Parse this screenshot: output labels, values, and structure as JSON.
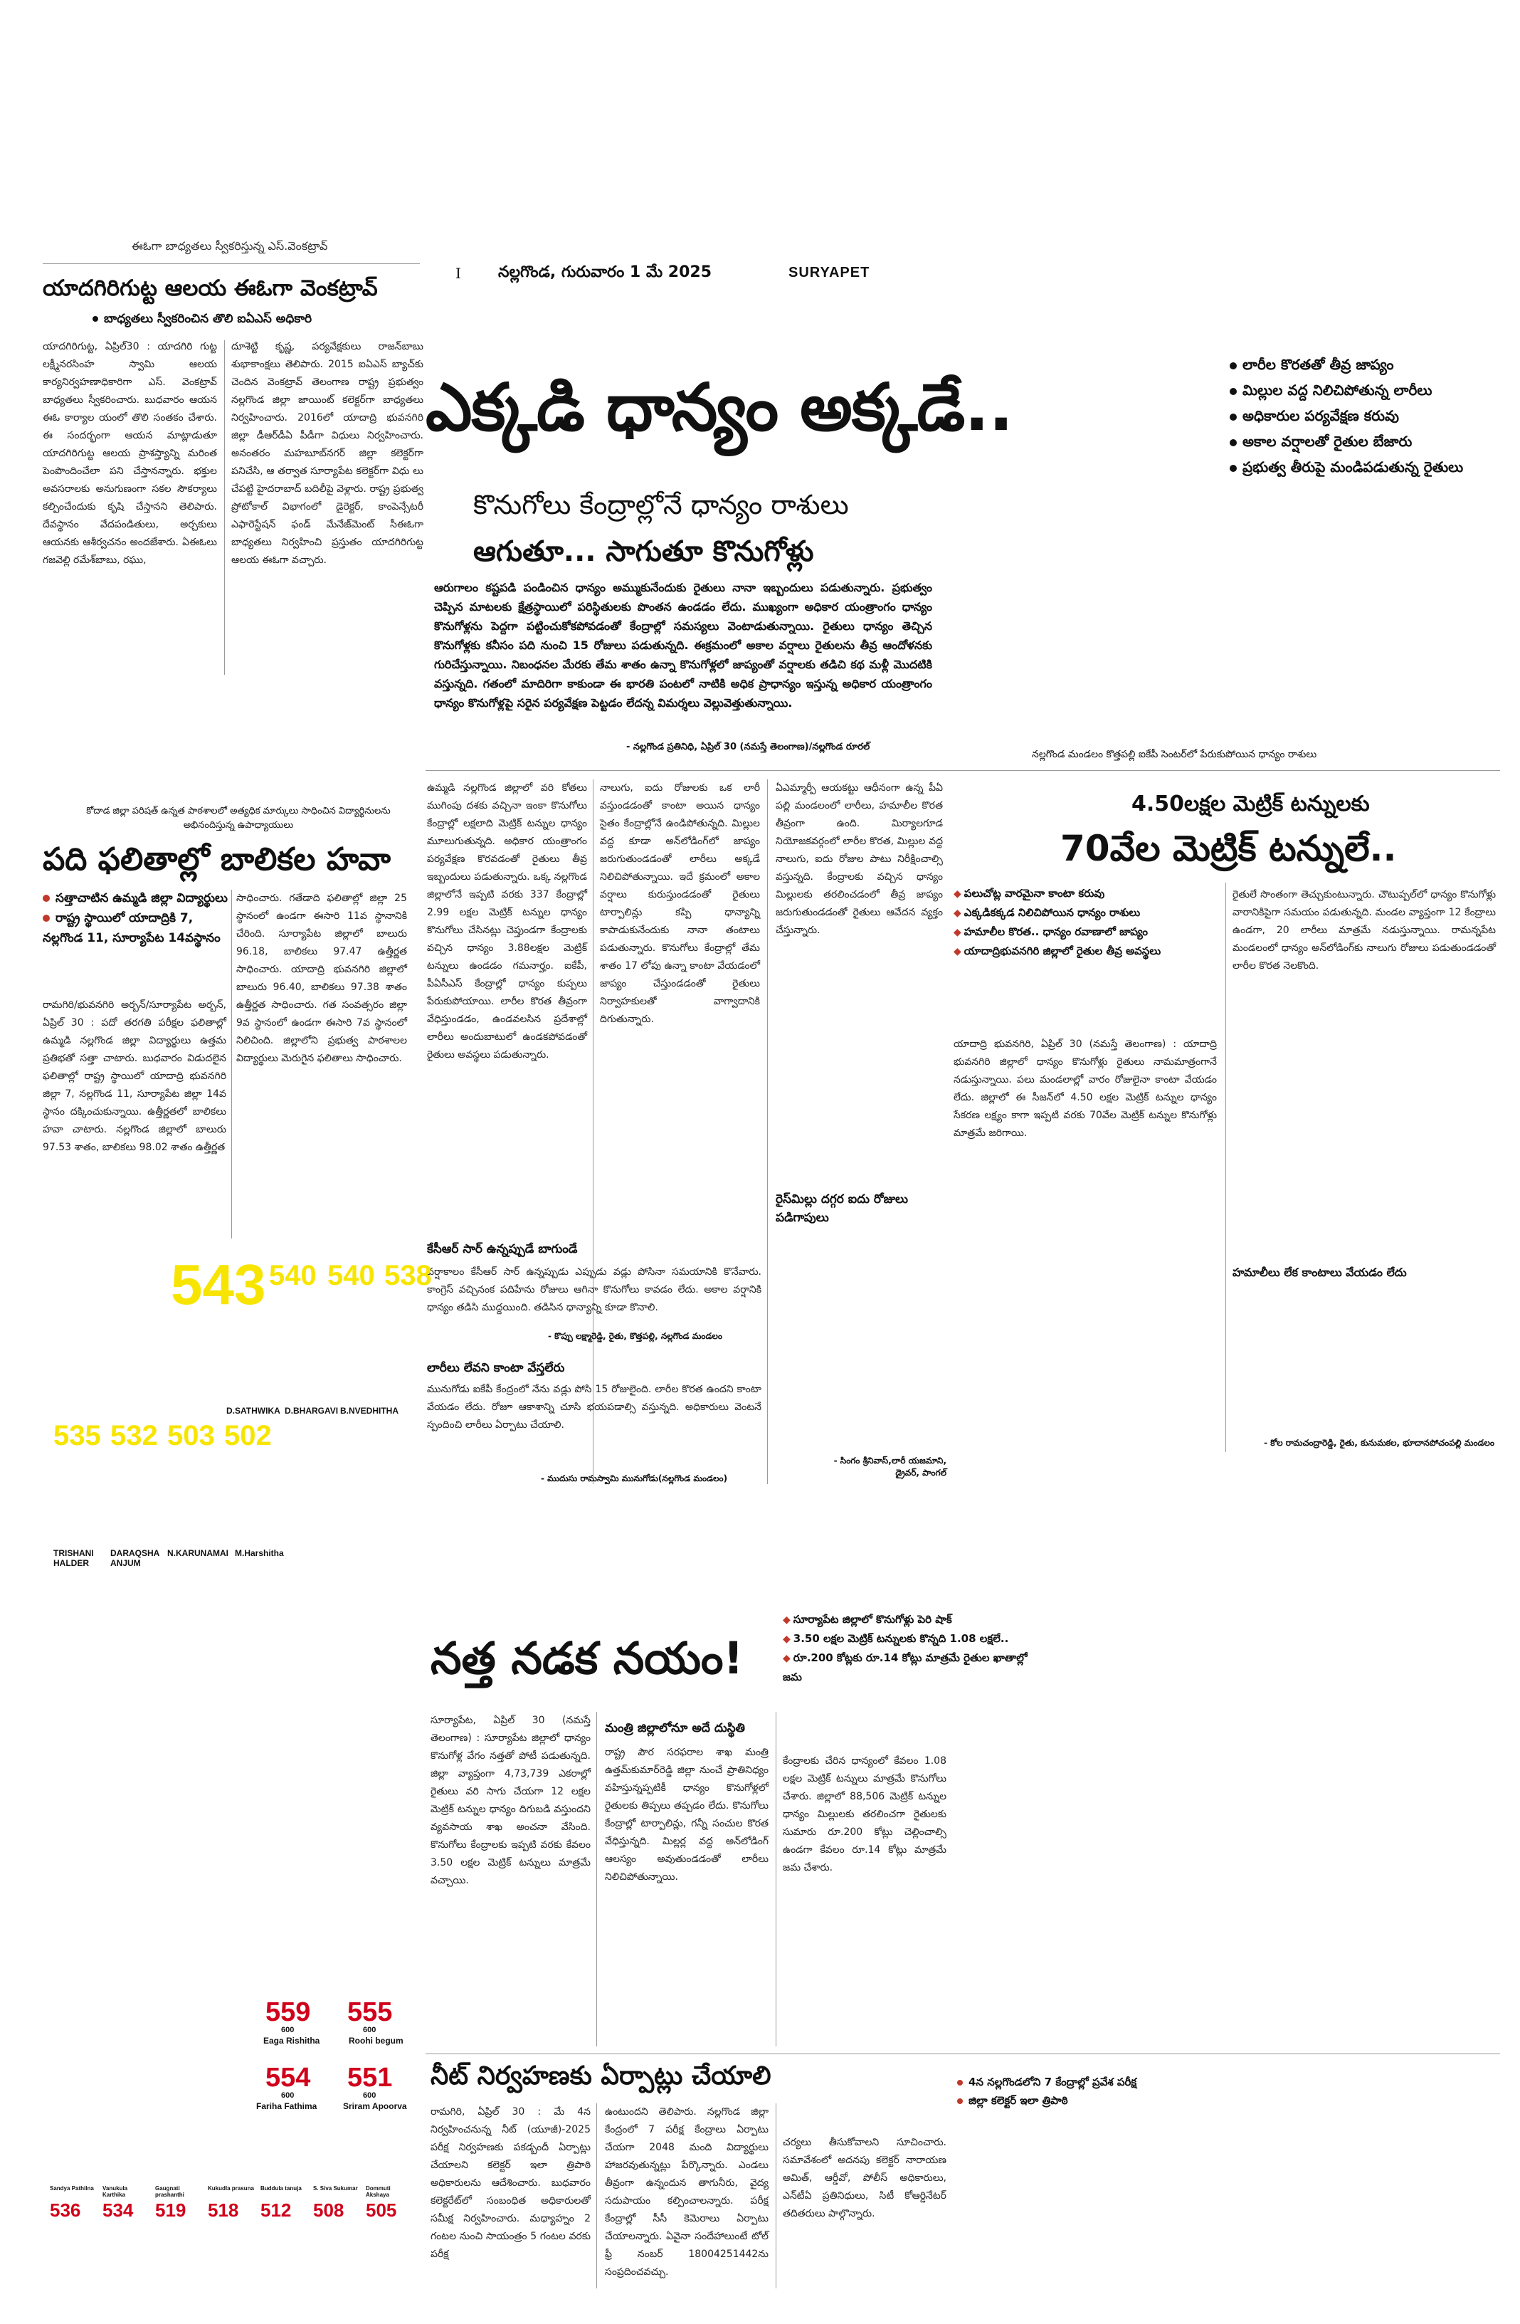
{
  "masthead": {
    "page_no": "I",
    "date_line": "నల్లగొండ, గురువారం 1 మే 2025",
    "section": "SURYAPET"
  },
  "left_story": {
    "caption": "ఈఓగా బాధ్యతలు స్వీకరిస్తున్న ఎస్‌.వెంకట్రావ్",
    "headline": "యాదగిరిగుట్ట ఆలయ ఈఓగా వెంకట్రావ్",
    "subhead": "బాధ్యతలు స్వీకరించిన తొలి ఐఏఎస్ అధికారి",
    "col1": "యాదగిరిగుట్ట, ఏప్రిల్30 : యాదగిరి గుట్ట లక్ష్మీనరసింహ స్వామి ఆలయ కార్యనిర్వహణాధికారిగా ఎస్‌. వెంకట్రావ్ బాధ్యతలు స్వీకరించారు. బుధవారం ఆయన ఈఓ కార్యాల యంలో తొలి సంతకం చేశారు. ఈ సందర్భంగా ఆయన మాట్లాడుతూ యాదగిరిగుట్ట ఆలయ ప్రాశస్త్యాన్ని మరింత పెంపొందించేలా పని చేస్తానన్నారు. భక్తుల అవసరాలకు అనుగుణంగా సకల సౌకర్యాలు కల్పించేందుకు కృషి చేస్తానని తెలిపారు. దేవస్థానం వేదపండితులు, అర్చకులు ఆయనకు ఆశీర్వచనం అందజేశారు. ఏఈఓలు గజవెల్లి రమేశ్‌బాబు, రఘు,",
    "col2": "దూశెట్టి కృష్ణ, పర్యవేక్షకులు రాజన్‌బాబు శుభాకాంక్షలు తెలిపారు. 2015 ఐఏఎస్ బ్యాచ్‌కు చెందిన వెంకట్రావ్ తెలంగాణ రాష్ట్ర ప్రభుత్వం నల్లగొండ జిల్లా జాయింట్ కలెక్టర్‌గా బాధ్యతలు నిర్వహించారు. 2016లో యాదాద్రి భువనగిరి జిల్లా డీఆర్‌డీఏ పీడీగా విధులు నిర్వహించారు. అనంతరం మహబూబ్‌నగర్ జిల్లా కలెక్టర్‌గా పనిచేసి, ఆ తర్వాత సూర్యాపేట కలెక్టర్‌గా విధు లు చేపట్టి హైదరాబాద్ బదిలీపై వెళ్లారు. రాష్ట్ర ప్రభుత్వ ప్రోటోకాల్ విభాగంలో డైరెక్టర్, కాంపెన్సేటరీ ఎఫారెస్టేషన్ ఫండ్ మేనేజ్‌మెంట్ సీఈఓగా బాధ్యతలు నిర్వహించి ప్రస్తుతం యాదగిరిగుట్ట ఆలయ ఈఓగా వచ్చారు."
  },
  "lead_story": {
    "headline": "ఎక్కడి ధాన్యం అక్కడే..",
    "kicker": "కొనుగోలు కేంద్రాల్లోనే ధాన్యం రాశులు",
    "subhead": "ఆగుతూ... సాగుతూ కొనుగోళ్లు",
    "bullets": [
      "లారీల కొరతతో తీవ్ర జాప్యం",
      "మిల్లుల వద్ద నిలిచిపోతున్న లారీలు",
      "అధికారుల పర్యవేక్షణ కరువు",
      "అకాల వర్షాలతో రైతుల బేజారు",
      "ప్రభుత్వ తీరుపై మండిపడుతున్న రైతులు"
    ],
    "intro": "ఆరుగాలం కష్టపడి పండించిన ధాన్యం అమ్ముకునేందుకు రైతులు నానా ఇబ్బందులు పడుతున్నారు. ప్రభుత్వం చెప్పిన మాటలకు క్షేత్రస్థాయిలో పరిస్థితులకు పొంతన ఉండడం లేదు. ముఖ్యంగా అధికార యంత్రాంగం ధాన్యం కొనుగోళ్లను పెద్దగా పట్టించుకోకపోవడంతో కేంద్రాల్లో సమస్యలు వెంటాడుతున్నాయి. రైతులు ధాన్యం తెచ్చిన కొనుగోళ్లకు కనీసం పది నుంచి 15 రోజులు పడుతున్నది. ఈక్రమంలో అకాల వర్షాలు రైతులను తీవ్ర ఆందోళనకు గురిచేస్తున్నాయి. నిబంధనల మేరకు తేమ శాతం ఉన్నా కొనుగోళ్లలో జాప్యంతో వర్షాలకు తడిచి కథ మళ్లీ మొదటికి వస్తున్నది. గతంలో మాదిరిగా కాకుండా ఈ భారతి పంటలో నాటికి అధిక ప్రాధాన్యం ఇస్తున్న అధికార యంత్రాంగం ధాన్యం కొనుగోళ్లపై సరైన పర్యవేక్షణ పెట్టడం లేదన్న విమర్శలు వెల్లువెత్తుతున్నాయి.",
    "byline": "- నల్లగొండ ప్రతినిధి, ఏప్రిల్ 30 (నమస్తే తెలంగాణ)/నల్లగొండ రూరల్",
    "photo_caption": "నల్లగొండ మండలం కొత్తపల్లి ఐకేపీ సెంటర్‌లో పేరుకుపోయిన ధాన్యం రాశులు",
    "col_a": "ఉమ్మడి నల్లగొండ జిల్లాలో వరి కోతలు ముగింపు దశకు వచ్చినా ఇంకా కొనుగోలు కేంద్రాల్లో లక్షలాది మెట్రిక్ టన్నుల ధాన్యం మూలుగుతున్నది. అధికార యంత్రాంగం పర్యవేక్షణ కొరవడంతో రైతులు తీవ్ర ఇబ్బందులు పడుతున్నారు. ఒక్క నల్లగొండ జిల్లాలోనే ఇప్పటి వరకు 337 కేంద్రాల్లో 2.99 లక్షల మెట్రిక్ టన్నుల ధాన్యం కొనుగోలు చేసినట్లు చెప్తుండగా కేంద్రాలకు వచ్చిన ధాన్యం 3.88లక్షల మెట్రిక్ టన్నులు ఉండడం గమనార్హం. ఐకేపీ, పీఏసీఎస్ కేంద్రాల్లో ధాన్యం కుప్పలు పేరుకుపోయాయి. లారీల కొరత తీవ్రంగా వేధిస్తుండడం, ఉండవలసిన ప్రదేశాల్లో లారీలు అందుబాటులో ఉండకపోవడంతో రైతులు అవస్థలు పడుతున్నారు.",
    "col_b": "నాలుగు, ఐదు రోజులకు ఒక లారీ వస్తుండడంతో కాంటా అయిన ధాన్యం సైతం కేంద్రాల్లోనే ఉండిపోతున్నది. మిల్లుల వద్ద కూడా అన్‌లోడింగ్‌లో జాప్యం జరుగుతుండడంతో లారీలు అక్కడే నిలిచిపోతున్నాయి. ఇదే క్రమంలో అకాల వర్షాలు కురుస్తుండడంతో రైతులు టార్పాలిన్లు కప్పి ధాన్యాన్ని కాపాడుకునేందుకు నానా తంటాలు పడుతున్నారు. కొనుగోలు కేంద్రాల్లో తేమ శాతం 17 లోపు ఉన్నా కాంటా వేయడంలో జాప్యం చేస్తుండడంతో రైతులు నిర్వాహకులతో వాగ్వాదానికి దిగుతున్నారు.",
    "col_c": "ఏఎమ్మార్పీ ఆయకట్టు ఆధీనంగా ఉన్న పీఏ పల్లి మండలంలో లారీలు, హమాలీల కొరత తీవ్రంగా ఉంది. మిర్యాలగూడ నియోజకవర్గంలో లారీల కొరత, మిల్లుల వద్ద నాలుగు, ఐదు రోజుల పాటు నిరీక్షించాల్సి వస్తున్నది. కేంద్రాలకు వచ్చిన ధాన్యం మిల్లులకు తరలించడంలో తీవ్ర జాప్యం జరుగుతుండడంతో రైతులు ఆవేదన వ్యక్తం చేస్తున్నారు.",
    "box_subhead_1": "కేసీఆర్ సార్ ఉన్నప్పుడే బాగుండే",
    "box_text_1": "వర్షాకాలం కేసీఆర్ సార్ ఉన్నప్పుడు ఎప్పుడు వడ్లు పోసినా సమయానికి కొనేవారు. కాంగ్రెస్ వచ్చినంక పదిహేను రోజులు ఆగినా కొనుగోలు కావడం లేదు. అకాల వర్షానికి ధాన్యం తడిసి ముద్దయింది. తడిసిన ధాన్యాన్ని కూడా కొనాలి.",
    "box_byline_1": "- కొప్పు లక్ష్మారెడ్డి, రైతు, కొత్తపల్లి, నల్లగొండ మండలం",
    "box_subhead_2": "లారీలు లేవని కాంటా వేస్తలేరు",
    "box_text_2": "మునుగోడు ఐకేపీ కేంద్రంలో నేను వడ్లు పోసి 15 రోజులైంది. లారీల కొరత ఉందని కాంటా వేయడం లేదు. రోజూ ఆకాశాన్ని చూసి భయపడాల్సి వస్తున్నది. అధికారులు వెంటనే స్పందించి లారీలు ఏర్పాటు చేయాలి.",
    "box_byline_2": "- ముదుసు రామస్వామి మునుగోడు(నల్లగొండ మండలం)",
    "box_subhead_3": "రైస్‌మిల్లు దగ్గర ఐదు రోజులు పడిగాపులు",
    "box_byline_3": "- సింగం శ్రీనివాస్,లారీ యజమాని, డ్రైవర్, పాంగల్"
  },
  "metric_story": {
    "headline_small": "4.50లక్షల మెట్రిక్ టన్నులకు",
    "headline_big": "70వేల మెట్రిక్ టన్నులే..",
    "bullets": [
      "పలుచోట్ల వారమైనా కాంటా కరువు",
      "ఎక్కడికక్కడ నిలిచిపోయిన ధాన్యం రాశులు",
      "హమాలీల కొరత.. ధాన్యం రవాణాలో జాప్యం",
      "యాదాద్రిభువనగిరి జిల్లాలో రైతుల తీవ్ర అవస్థలు"
    ],
    "col_a": "యాదాద్రి భువనగిరి, ఏప్రిల్ 30 (నమస్తే తెలంగాణ) : యాదాద్రి భువనగిరి జిల్లాలో ధాన్యం కొనుగోళ్లు రైతులు నామమాత్రంగానే నడుస్తున్నాయి. పలు మండలాల్లో వారం రోజులైనా కాంటా వేయడం లేదు. జిల్లాలో ఈ సీజన్‌లో 4.50 లక్షల మెట్రిక్ టన్నుల ధాన్యం సేకరణ లక్ష్యం కాగా ఇప్పటి వరకు 70వేల మెట్రిక్ టన్నుల కొనుగోళ్లు మాత్రమే జరిగాయి.",
    "col_b": "రైతులే సొంతంగా తెచ్చుకుంటున్నారు. చౌటుప్పల్‌లో ధాన్యం కొనుగోళ్లు వారానికిపైగా సమయం పడుతున్నది. మండల వ్యాప్తంగా 12 కేంద్రాలు ఉండగా, 20 లారీలు మాత్రమే నడుస్తున్నాయి. రామన్నపేట మండలంలో ధాన్యం అన్‌లోడింగ్‌కు నాలుగు రోజులు పడుతుండడంతో లారీల కొరత నెలకొంది.",
    "box_head": "హమాలీలు లేక కాంటాలు వేయడం లేదు",
    "box_byline": "- కోల రామచంద్రారెడ్డి, రైతు, కునుమకల, భూదానపోచంపల్లి మండలం"
  },
  "girls_story": {
    "kicker": "కోదాడ జిల్లా పరిషత్ ఉన్నత పాఠశాలలో అత్యధిక మార్కులు సాధించిన విద్యార్థినులను అభినందిస్తున్న ఉపాధ్యాయులు",
    "headline": "పది ఫలితాల్లో బాలికల హవా",
    "bullets": [
      "సత్తాచాటిన ఉమ్మడి జిల్లా విద్యార్థులు",
      "రాష్ట్ర స్థాయిలో యాదాద్రికి 7, నల్లగొండ 11, సూర్యాపేట 14వస్థానం"
    ],
    "col_a": "రామగిరి/భువనగిరి అర్బన్/సూర్యాపేట అర్బన్, ఏప్రిల్ 30 : పదో తరగతి పరీక్షల ఫలితాల్లో ఉమ్మడి నల్లగొండ జిల్లా విద్యార్థులు ఉత్తమ ప్రతిభతో సత్తా చాటారు. బుధవారం విడుదలైన ఫలితాల్లో రాష్ట్ర స్థాయిలో యాదాద్రి భువనగిరి జిల్లా 7, నల్లగొండ 11, సూర్యాపేట జిల్లా 14వ స్థానం దక్కించుకున్నాయి. ఉత్తీర్ణతలో బాలికలు హవా చాటారు. నల్లగొండ జిల్లాలో బాలురు 97.53 శాతం, బాలికలు 98.02 శాతం ఉత్తీర్ణత",
    "col_b": "సాధించారు. గతేడాది ఫలితాల్లో జిల్లా 25 స్థానంలో ఉండగా ఈసారి 11వ స్థానానికి చేరింది. సూర్యాపేట జిల్లాలో బాలురు 96.18, బాలికలు 97.47 ఉత్తీర్ణత సాధించారు. యాదాద్రి భువనగిరి జిల్లాలో బాలురు 96.40, బాలికలు 97.38 శాతం ఉత్తీర్ణత సాధించారు. గత సంవత్సరం జిల్లా 9వ స్థానంలో ఉండగా ఈసారి 7వ స్థానంలో నిలిచింది. జిల్లాలోని ప్రభుత్వ పాఠశాలల విద్యార్థులు మెరుగైన ఫలితాలు సాధించారు."
  },
  "scores_top": {
    "main": "543",
    "others": [
      "540",
      "540",
      "538"
    ],
    "names_row1": [
      "D.SATHWIKA",
      "D.BHARGAVI",
      "B.NVEDHITHA"
    ],
    "second": [
      "535",
      "532",
      "503",
      "502"
    ],
    "names_row2": [
      "TRISHANI HALDER",
      "DARAQSHA ANJUM",
      "N.KARUNAMAI",
      "M.Harshitha"
    ]
  },
  "snail_story": {
    "headline": "నత్త నడక నయం!",
    "bullets": [
      "సూర్యాపేట జిల్లాలో కొనుగోళ్లు పెరి షాక్",
      "3.50 లక్షల మెట్రిక్ టన్నులకు కొన్నది 1.08 లక్షలే..",
      "రూ.200 కోట్లకు రూ.14 కోట్లు మాత్రమే రైతుల ఖాతాల్లో జమ"
    ],
    "subhead": "మంత్రి జిల్లాలోనూ అదే దుస్థితి",
    "col_a": "సూర్యాపేట, ఏప్రిల్ 30 (నమస్తే తెలంగాణ) : సూర్యాపేట జిల్లాలో ధాన్యం కొనుగోళ్ల వేగం నత్తతో పోటీ పడుతున్నది. జిల్లా వ్యాప్తంగా 4,73,739 ఎకరాల్లో రైతులు వరి సాగు చేయగా 12 లక్షల మెట్రిక్ టన్నుల ధాన్యం దిగుబడి వస్తుందని వ్యవసాయ శాఖ అంచనా వేసింది. కొనుగోలు కేంద్రాలకు ఇప్పటి వరకు కేవలం 3.50 లక్షల మెట్రిక్ టన్నులు మాత్రమే వచ్చాయి.",
    "col_b": "రాష్ట్ర పౌర సరఫరాల శాఖ మంత్రి ఉత్తమ్‌కుమార్‌రెడ్డి జిల్లా నుంచే ప్రాతినిధ్యం వహిస్తున్నప్పటికీ ధాన్యం కొనుగోళ్లలో రైతులకు తిప్పలు తప్పడం లేదు. కొనుగోలు కేంద్రాల్లో టార్పాలిన్లు, గన్నీ సంచుల కొరత వేధిస్తున్నది. మిల్లర్ల వద్ద అన్‌లోడింగ్ ఆలస్యం అవుతుండడంతో లారీలు నిలిచిపోతున్నాయి.",
    "col_c": "కేంద్రాలకు చేరిన ధాన్యంలో కేవలం 1.08 లక్షల మెట్రిక్ టన్నులు మాత్రమే కొనుగోలు చేశారు. జిల్లాలో 88,506 మెట్రిక్ టన్నుల ధాన్యం మిల్లులకు తరలించగా రైతులకు సుమారు రూ.200 కోట్లు చెల్లించాల్సి ఉండగా కేవలం రూ.14 కోట్లు మాత్రమే జమ చేశారు."
  },
  "scores_bottom": {
    "pairs": [
      {
        "score": "559",
        "out_of": "600",
        "name": "Eaga Rishitha"
      },
      {
        "score": "555",
        "out_of": "600",
        "name": "Roohi begum"
      },
      {
        "score": "554",
        "out_of": "600",
        "name": "Fariha Fathima"
      },
      {
        "score": "551",
        "out_of": "600",
        "name": "Sriram Apoorva"
      }
    ],
    "strip_names": [
      "Sandya Pathilna",
      "Vanukula Karthika",
      "Gaugnati prashanthi",
      "Kukudla prasuna",
      "Buddula tanuja",
      "S. Siva Sukumar",
      "Dommuti Akshaya"
    ],
    "strip_scores": [
      "536",
      "534",
      "519",
      "518",
      "512",
      "508",
      "505"
    ]
  },
  "neet_story": {
    "headline": "నీట్ నిర్వహణకు ఏర్పాట్లు చేయాలి",
    "bullets": [
      "4న నల్లగొండలోని 7 కేంద్రాల్లో ప్రవేశ పరీక్ష",
      "జిల్లా కలెక్టర్ ఇలా త్రిపాఠి"
    ],
    "col_a": "రామగిరి, ఏప్రిల్ 30 : మే 4న నిర్వహించనున్న నీట్ (యూజీ)-2025 పరీక్ష నిర్వహణకు పకడ్బందీ ఏర్పాట్లు చేయాలని కలెక్టర్ ఇలా త్రిపాఠి అధికారులను ఆదేశించారు. బుధవారం కలెక్టరేట్‌లో సంబంధిత అధికారులతో సమీక్ష నిర్వహించారు. మధ్యాహ్నం 2 గంటల నుంచి సాయంత్రం 5 గంటల వరకు పరీక్ష",
    "col_b": "ఉంటుందని తెలిపారు. నల్లగొండ జిల్లా కేంద్రంలో 7 పరీక్ష కేంద్రాలు ఏర్పాటు చేయగా 2048 మంది విద్యార్థులు హాజరవుతున్నట్లు పేర్కొన్నారు. ఎండలు తీవ్రంగా ఉన్నందున తాగునీరు, వైద్య సదుపాయం కల్పించాలన్నారు. పరీక్ష కేంద్రాల్లో సీసీ కెమెరాలు ఏర్పాటు చేయాలన్నారు. ఏవైనా సందేహాలుంటే టోల్ ఫ్రీ నంబర్ 18004251442ను సంప్రదించవచ్చు.",
    "col_c": "చర్యలు తీసుకోవాలని సూచించారు. సమావేశంలో అదనపు కలెక్టర్ నారాయణ అమిత్, ఆర్డీవో, పోలీస్ అధికారులు, ఎన్‌టీఏ ప్రతినిధులు, సిటీ కోఆర్డినేటర్ తదితరులు పాల్గొన్నారు."
  }
}
